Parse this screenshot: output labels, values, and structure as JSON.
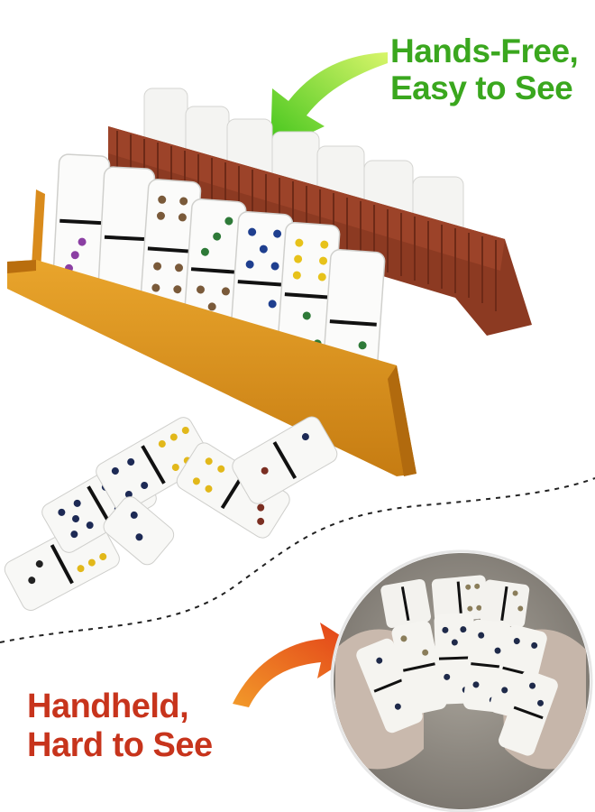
{
  "headlines": {
    "top_line1": "Hands-Free,",
    "top_line2": "Easy to See",
    "bottom_line1": "Handheld,",
    "bottom_line2": "Hard to See"
  },
  "colors": {
    "green_text": "#3aa71e",
    "green_arrow": "#5bd11f",
    "red_text": "#c7341c",
    "orange_arrow": "#e8501c",
    "front_rack": "#d9901e",
    "back_rack": "#8c3a22",
    "photo_bg": "#8d8880"
  },
  "icons": {
    "top_arrow": "curved-arrow-down-left-icon",
    "bottom_arrow": "curved-arrow-right-icon"
  }
}
